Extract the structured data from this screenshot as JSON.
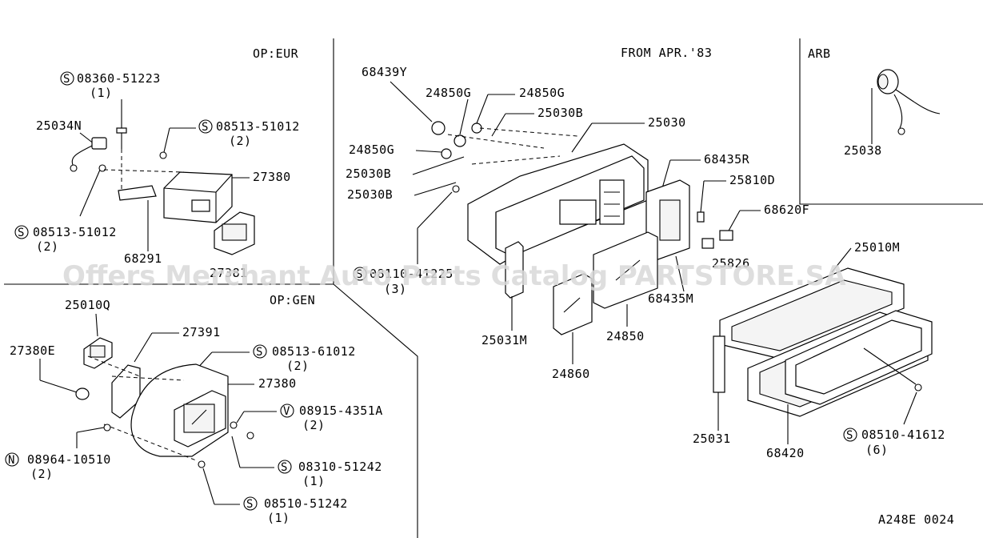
{
  "header": {
    "from_date": "FROM APR.'83",
    "op_eur": "OP:EUR",
    "op_gen": "OP:GEN",
    "arb": "ARB",
    "figure_code": "A248E 0024"
  },
  "watermark": "Offers Merchant Auto Parts Catalog PARTSTORE.SA",
  "symbols": {
    "s": "S",
    "v": "V",
    "n": "N"
  },
  "parts": {
    "p_08360_51223": "08360-51223",
    "p_08360_51223_qty": "(1)",
    "p_25034N": "25034N",
    "p_08513_51012_a": "08513-51012",
    "p_08513_51012_a_qty": "(2)",
    "p_27380_a": "27380",
    "p_08513_51012_b": "08513-51012",
    "p_08513_51012_b_qty": "(2)",
    "p_68291": "68291",
    "p_27381": "27381",
    "p_68439Y": "68439Y",
    "p_24850G_a": "24850G",
    "p_24850G_b": "24850G",
    "p_24850G_c": "24850G",
    "p_25030B_a": "25030B",
    "p_25030B_b": "25030B",
    "p_25030B_c": "25030B",
    "p_25030": "25030",
    "p_68435R": "68435R",
    "p_25810D": "25810D",
    "p_68620F": "68620F",
    "p_25826": "25826",
    "p_08110_41225": "08110-41225",
    "p_08110_41225_qty": "(3)",
    "p_25031M": "25031M",
    "p_24860": "24860",
    "p_24850": "24850",
    "p_68435M": "68435M",
    "p_25010M": "25010M",
    "p_25031": "25031",
    "p_68420": "68420",
    "p_08510_41612": "08510-41612",
    "p_08510_41612_qty": "(6)",
    "p_25038": "25038",
    "p_25010Q": "25010Q",
    "p_27380E": "27380E",
    "p_27391": "27391",
    "p_08513_61012": "08513-61012",
    "p_08513_61012_qty": "(2)",
    "p_27380_b": "27380",
    "p_08915_4351A": "08915-4351A",
    "p_08915_4351A_qty": "(2)",
    "p_08964_10510": "08964-10510",
    "p_08964_10510_qty": "(2)",
    "p_08310_51242": "08310-51242",
    "p_08310_51242_qty": "(1)",
    "p_08510_51242": "08510-51242",
    "p_08510_51242_qty": "(1)"
  }
}
